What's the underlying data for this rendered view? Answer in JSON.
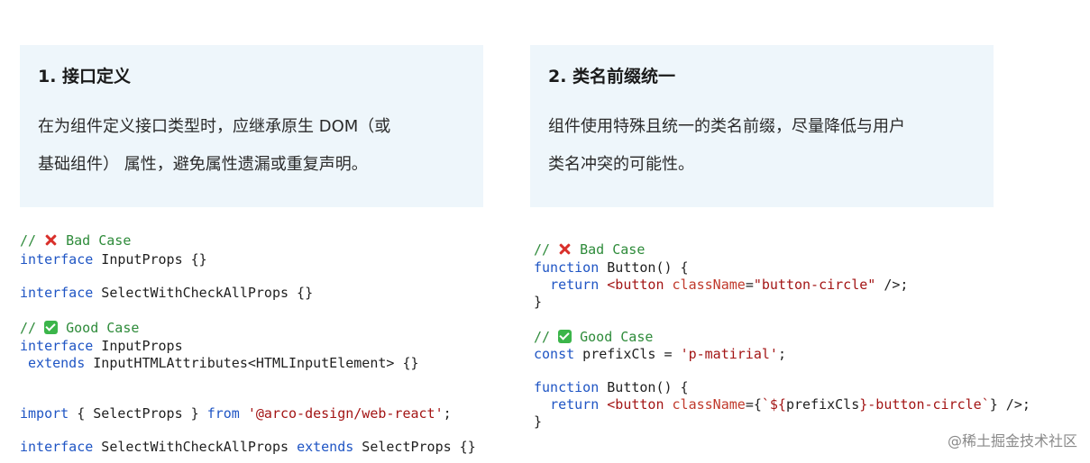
{
  "left_card": {
    "title": "1. 接口定义",
    "text_lines": [
      "在为组件定义接口类型时，应继承原生 DOM（或",
      "基础组件） 属性，避免属性遗漏或重复声明。"
    ]
  },
  "right_card": {
    "title": "2. 类名前缀统一",
    "text_lines": [
      "组件使用特殊且统一的类名前缀，尽量降低与用户",
      "类名冲突的可能性。"
    ]
  },
  "left_code": {
    "bad_comment_prefix": "// ",
    "bad_comment_text": " Bad Case",
    "bad_icon": "cross-mark-icon",
    "l1_kw": "interface",
    "l1_rest": " InputProps {}",
    "l2_kw": "interface",
    "l2_rest": " SelectWithCheckAllProps {}",
    "good_comment_prefix": "// ",
    "good_comment_text": " Good Case",
    "good_icon": "check-mark-icon",
    "l3_kw": "interface",
    "l3_rest": " InputProps",
    "l4_indent": " ",
    "l4_kw": "extends",
    "l4_rest": " InputHTMLAttributes<HTMLInputElement> {}",
    "l5_kw": "import",
    "l5_mid": " { SelectProps } ",
    "l5_kw2": "from",
    "l5_sp": " ",
    "l5_str": "'@arco-design/web-react'",
    "l5_end": ";",
    "l6_kw": "interface",
    "l6_mid": " SelectWithCheckAllProps ",
    "l6_kw2": "extends",
    "l6_rest": " SelectProps {}"
  },
  "right_code": {
    "bad_comment_prefix": "// ",
    "bad_comment_text": " Bad Case",
    "r1_kw": "function",
    "r1_rest": " Button() {",
    "r2_indent": "  ",
    "r2_kw": "return",
    "r2_sp": " ",
    "r2_tag": "<button",
    "r2_sp2": " ",
    "r2_attr": "className",
    "r2_eq": "=",
    "r2_str": "\"button-circle\"",
    "r2_end": " />;",
    "r3": "}",
    "good_comment_prefix": "// ",
    "good_comment_text": " Good Case",
    "r4_kw": "const",
    "r4_mid": " prefixCls = ",
    "r4_str": "'p-matirial'",
    "r4_end": ";",
    "r5_kw": "function",
    "r5_rest": " Button() {",
    "r6_indent": "  ",
    "r6_kw": "return",
    "r6_sp": " ",
    "r6_tag": "<button",
    "r6_sp2": " ",
    "r6_attr": "className",
    "r6_eq": "={",
    "r6_str1": "`${",
    "r6_var": "prefixCls",
    "r6_str2": "}-button-circle`",
    "r6_end": "} />;",
    "r7": "}"
  },
  "watermark": "@稀土掘金技术社区",
  "colors": {
    "card_bg": "#eef6fb",
    "comment": "#2e8b3a",
    "keyword": "#1f55c4",
    "string": "#a31515",
    "attribute": "#c0392b",
    "cross": "#d9302b",
    "check": "#3bb54a"
  }
}
